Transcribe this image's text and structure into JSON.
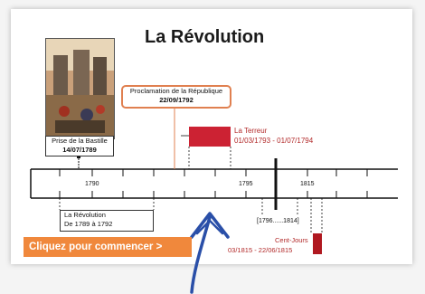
{
  "title": "La Révolution",
  "bastille": {
    "line1": "Prise de la Bastille",
    "date": "14/07/1789"
  },
  "republique": {
    "line1": "Proclamation   de la République",
    "date": "22/09/1792"
  },
  "terreur": {
    "name": "La Terreur",
    "dates": "01/03/1793 - 01/07/1794"
  },
  "revolution_box": {
    "line1": "La Révolution",
    "line2": "De 1789  à 1792"
  },
  "empire_span": "[1796......1814]",
  "cent_jours": {
    "name": "Cent-Jours",
    "dates": "03/1815 - 22/06/1815"
  },
  "ticks": {
    "t1790": "1790",
    "t1795": "1795",
    "t1815": "1815"
  },
  "cta": {
    "label": "Cliquez pour commencer >"
  },
  "colors": {
    "accent": "#f0883c",
    "event_red": "#cc2233",
    "arrow_blue": "#2a4fa8"
  }
}
